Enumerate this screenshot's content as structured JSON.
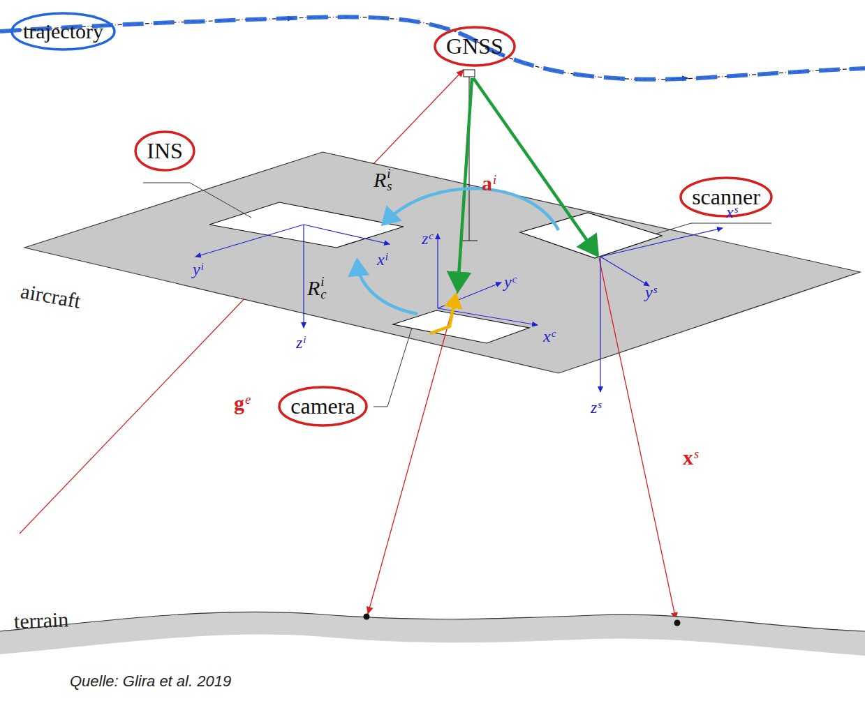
{
  "diagram": {
    "nodes": [
      {
        "text": [
          "trajectory"
        ]
      },
      {
        "text": [
          "GNSS"
        ]
      },
      {
        "text": [
          "INS"
        ]
      },
      {
        "text": [
          "scanner"
        ]
      },
      {
        "text": [
          "camera"
        ]
      }
    ],
    "labels": [
      "aircraft",
      "terrain",
      "Quelle: Glira et al. 2019",
      "R",
      "i",
      "s",
      "a",
      "i",
      "R",
      "i",
      "c",
      "g",
      "e",
      "x",
      "s",
      "x",
      "i",
      "y",
      "i",
      "z",
      "i",
      "x",
      "c",
      "y",
      "c",
      "z",
      "c",
      "x",
      "s",
      "y",
      "s",
      "z",
      "s"
    ]
  }
}
